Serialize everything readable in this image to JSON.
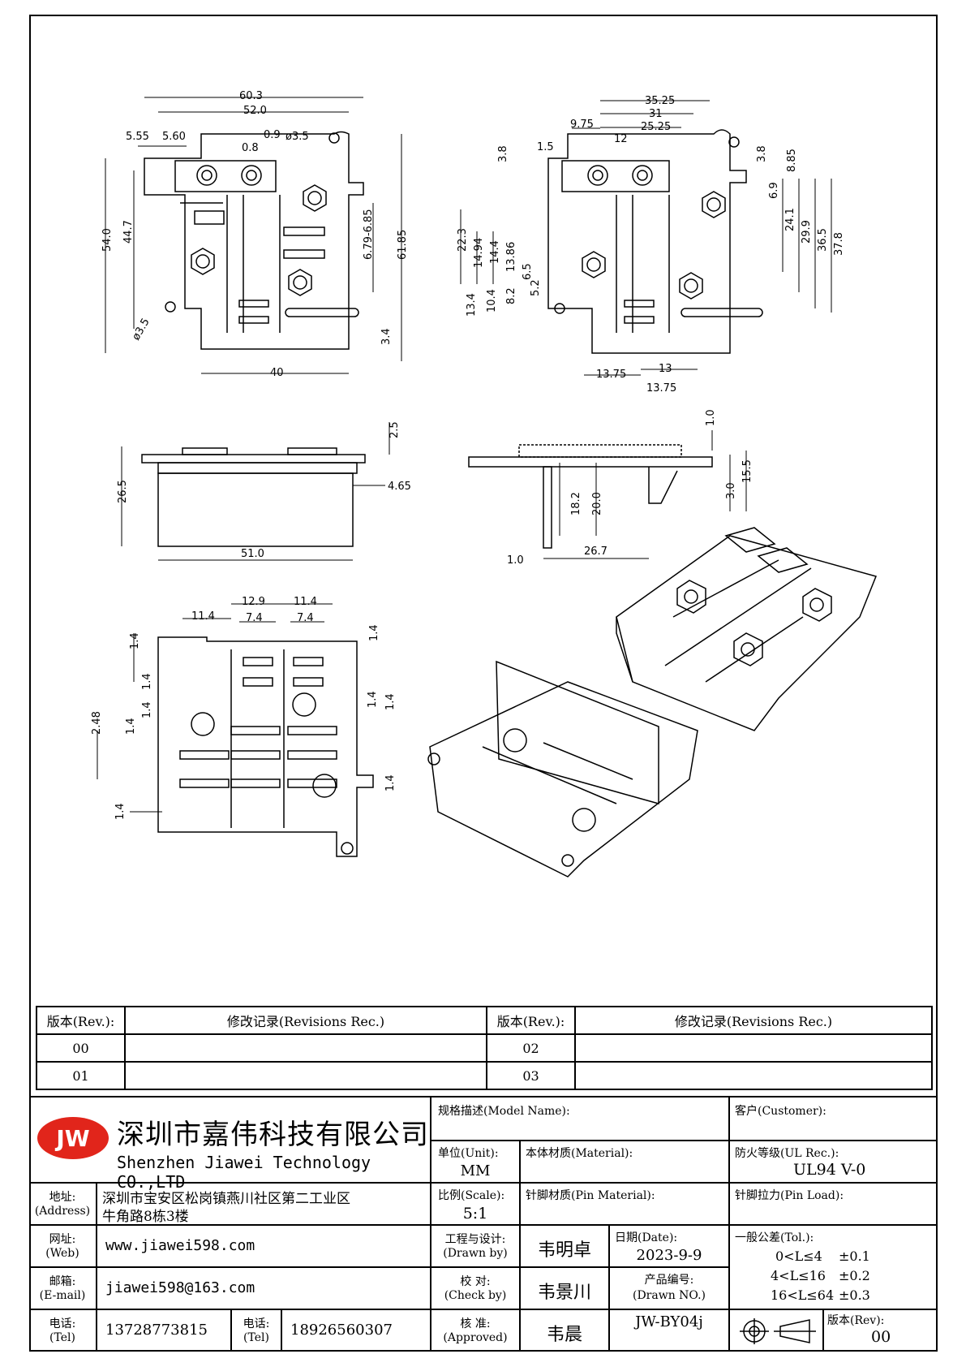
{
  "dims": {
    "top_left": [
      "60.3",
      "52.0",
      "5.55",
      "5.60",
      "0.8",
      "0.9",
      "ø3.5",
      "54.0",
      "44.7",
      "6.79-6.85",
      "61.85",
      "ø3.5",
      "3.4",
      "40"
    ],
    "top_right": [
      "35.25",
      "31",
      "25.25",
      "12",
      "9.75",
      "1.5",
      "3.8",
      "3.8",
      "8.85",
      "6.9",
      "24.1",
      "29.9",
      "36.5",
      "37.8",
      "22.3",
      "14.94",
      "14.4",
      "13.86",
      "6.5",
      "5.2",
      "8.2",
      "10.4",
      "13.4",
      "13.75",
      "13",
      "13.75"
    ],
    "side_left": [
      "2.5",
      "26.5",
      "4.65",
      "51.0"
    ],
    "side_right": [
      "1.0",
      "15.5",
      "3.0",
      "18.2",
      "20.0",
      "1.0",
      "26.7"
    ],
    "bottom": [
      "11.4",
      "12.9",
      "11.4",
      "7.4",
      "7.4",
      "1.4",
      "1.4",
      "1.4",
      "1.4",
      "1.4",
      "2.48",
      "1.4",
      "1.4",
      "1.4",
      "1.4"
    ]
  },
  "revisions": {
    "header_rev": "版本(Rev.):",
    "header_rec": "修改记录(Revisions Rec.)",
    "rows": [
      [
        "00",
        "",
        "02",
        ""
      ],
      [
        "01",
        "",
        "03",
        ""
      ]
    ]
  },
  "company": {
    "logo": "JW",
    "name_cn": "深圳市嘉伟科技有限公司",
    "name_en": "Shenzhen Jiawei Technology CO.,LTD",
    "address_label": "地址:",
    "address_label_en": "(Address)",
    "address_1": "深圳市宝安区松岗镇燕川社区第二工业区",
    "address_2": "牛角路8栋3楼",
    "web_label": "网址:",
    "web_label_en": "(Web)",
    "web": "www.jiawei598.com",
    "mail_label": "邮箱:",
    "mail_label_en": "(E-mail)",
    "mail": "jiawei598@163.com",
    "tel_label": "电话:",
    "tel_label_en": "(Tel)",
    "tel_1": "13728773815",
    "tel_2": "18926560307"
  },
  "block": {
    "model_label": "规格描述(Model Name):",
    "customer_label": "客户(Customer):",
    "unit_label": "单位(Unit):",
    "unit": "MM",
    "material_label": "本体材质(Material):",
    "ul_label": "防火等级(UL Rec.):",
    "ul": "UL94 V-0",
    "scale_label": "比例(Scale):",
    "scale": "5:1",
    "pin_material_label": "针脚材质(Pin Material):",
    "pin_load_label": "针脚拉力(Pin Load):",
    "drawn_label": "工程与设计:",
    "drawn_label_en": "(Drawn by)",
    "drawn": "韦明卓",
    "date_label": "日期(Date):",
    "date": "2023-9-9",
    "tol_label": "一般公差(Tol.):",
    "tol": [
      [
        "0<L≤4",
        "±0.1"
      ],
      [
        "4<L≤16",
        "±0.2"
      ],
      [
        "16<L≤64",
        "±0.3"
      ]
    ],
    "check_label": "校  对:",
    "check_label_en": "(Check by)",
    "check": "韦景川",
    "drawn_no_label": "产品编号:",
    "drawn_no_label_en": "(Drawn NO.)",
    "approved_label": "核  准:",
    "approved_label_en": "(Approved)",
    "approved": "韦晨",
    "drawn_no": "JW-BY04j",
    "rev_label": "版本(Rev):",
    "rev": "00"
  },
  "colors": {
    "logo_red": "#e1251b"
  }
}
